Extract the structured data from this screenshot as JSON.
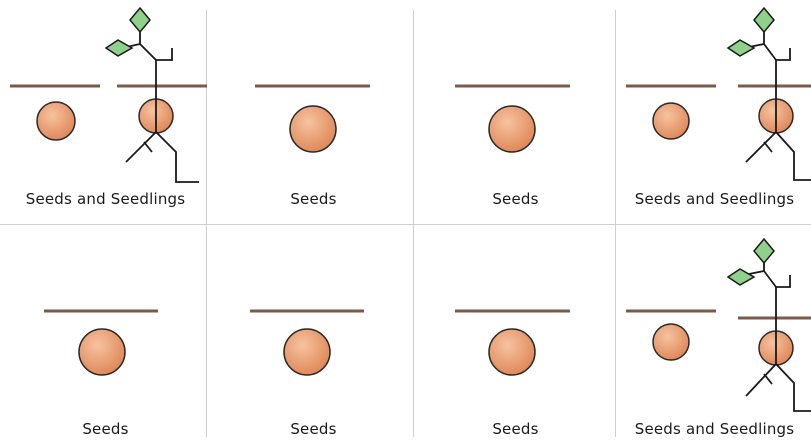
{
  "panels": [
    {
      "type": "seedling",
      "label": "Seeds and Seedlings"
    },
    {
      "type": "seed",
      "label": "Seeds"
    },
    {
      "type": "seed",
      "label": "Seeds"
    },
    {
      "type": "seedling",
      "label": "Seeds and Seedlings"
    },
    {
      "type": "seed",
      "label": "Seeds"
    },
    {
      "type": "seed",
      "label": "Seeds"
    },
    {
      "type": "seed",
      "label": "Seeds"
    },
    {
      "type": "seedling",
      "label": "Seeds and Seedlings"
    }
  ],
  "colors": {
    "seed": "#e0895a",
    "seed_highlight": "#f6c3a0",
    "soil": "#7a5a4a",
    "leaf": "#8fd08a",
    "stem": "#1a1a1a",
    "divider": "#cfcfcf"
  }
}
